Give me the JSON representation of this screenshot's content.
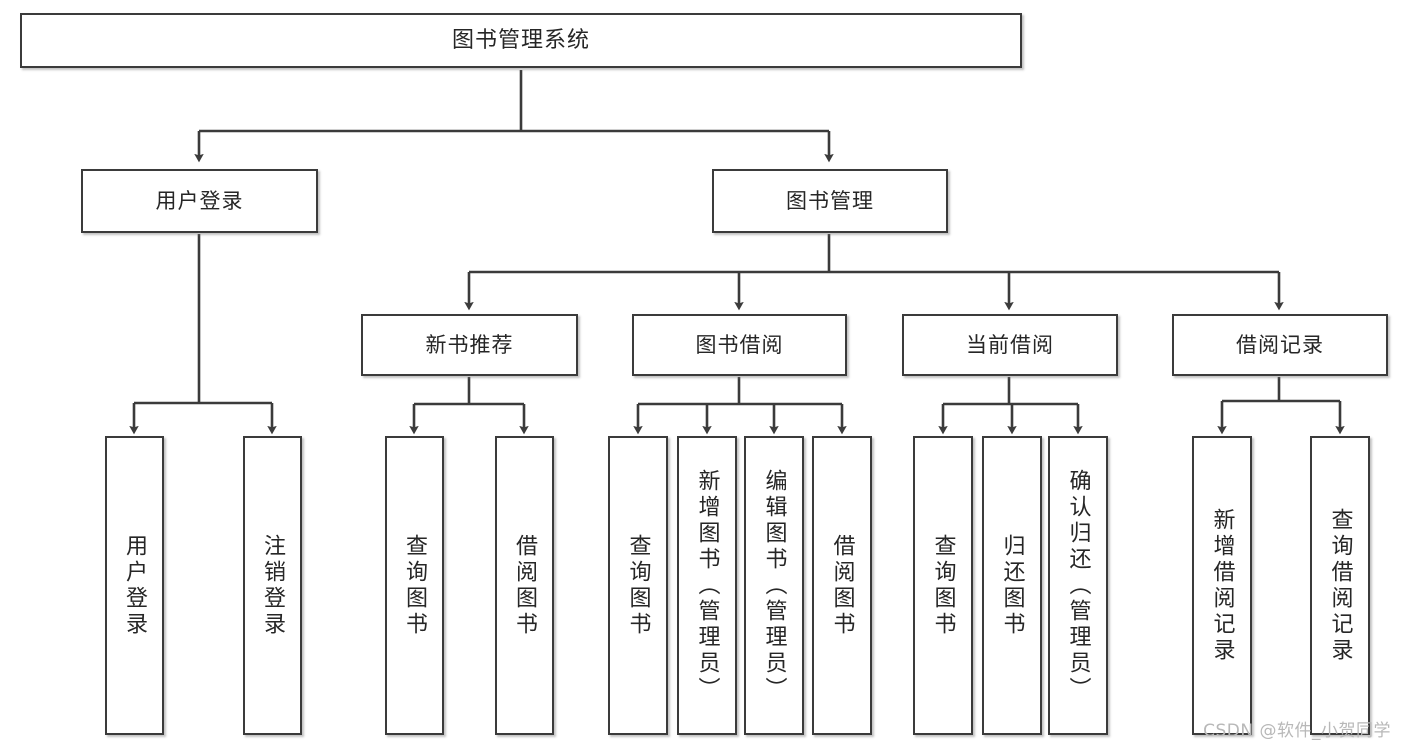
{
  "diagram": {
    "title": "图书管理系统",
    "type": "tree",
    "watermark": "CSDN @软件_小贺同学",
    "colors": {
      "box_border": "#3b3b3b",
      "box_fill": "#ffffff",
      "edge": "#3b3b3b",
      "text": "#262626",
      "watermark": "#b8b8b8"
    },
    "nodes": {
      "root": {
        "label": "图书管理系统"
      },
      "level2": [
        {
          "id": "user-login",
          "label": "用户登录"
        },
        {
          "id": "book-manage",
          "label": "图书管理"
        }
      ],
      "level3": [
        {
          "id": "new-book-recommend",
          "label": "新书推荐"
        },
        {
          "id": "book-borrow",
          "label": "图书借阅"
        },
        {
          "id": "current-borrow",
          "label": "当前借阅"
        },
        {
          "id": "borrow-record",
          "label": "借阅记录"
        }
      ],
      "leaves_user_login": [
        {
          "id": "leaf-user-login",
          "label": "用户登录"
        },
        {
          "id": "leaf-logout",
          "label": "注销登录"
        }
      ],
      "leaves_new_book": [
        {
          "id": "leaf-query-book-1",
          "label": "查询图书"
        },
        {
          "id": "leaf-borrow-book-1",
          "label": "借阅图书"
        }
      ],
      "leaves_book_borrow": [
        {
          "id": "leaf-query-book-2",
          "label": "查询图书"
        },
        {
          "id": "leaf-add-book",
          "label": "新增图书（管理员）"
        },
        {
          "id": "leaf-edit-book",
          "label": "编辑图书（管理员）"
        },
        {
          "id": "leaf-borrow-book-2",
          "label": "借阅图书"
        }
      ],
      "leaves_current_borrow": [
        {
          "id": "leaf-query-book-3",
          "label": "查询图书"
        },
        {
          "id": "leaf-return-book",
          "label": "归还图书"
        },
        {
          "id": "leaf-confirm-return",
          "label": "确认归还（管理员）"
        }
      ],
      "leaves_borrow_record": [
        {
          "id": "leaf-add-record",
          "label": "新增借阅记录"
        },
        {
          "id": "leaf-query-record",
          "label": "查询借阅记录"
        }
      ]
    }
  }
}
